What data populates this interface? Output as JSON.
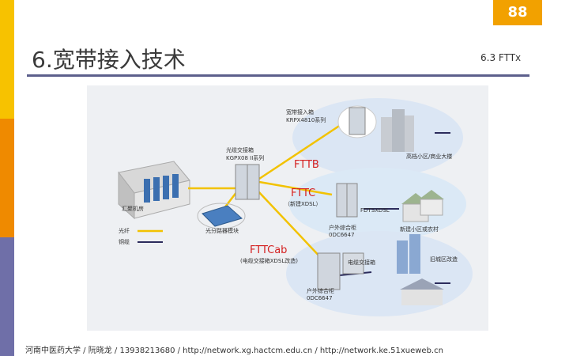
{
  "slide": {
    "page_number": "88",
    "title": "6.宽带接入技术",
    "subtitle": "6.3 FTTx",
    "footer": "河南中医药大学 / 阮晓龙 / 13938213680 / http://network.xg.hactcm.edu.cn / http://network.ke.51xueweb.cn"
  },
  "figure": {
    "broadband_access": "宽带接入箱",
    "broadband_series": "KRPX4810系列",
    "high_rise": "高档小区/商业大楼",
    "cross_cabinet": "光缆交接箱",
    "cross_series": "KGPX08 II系列",
    "fttb": "FTTB",
    "fttc": "FTTC",
    "fttc_sub": "（新建XDSL）",
    "device_fdts": "FDTSXDSL",
    "outdoor_1": "户外综合柜",
    "outdoor_1_model": "0DC6647",
    "new_village": "新建小区或农村",
    "central_office": "汇聚机房",
    "splitter": "光分路器模块",
    "legend_fiber": "光纤",
    "legend_copper": "铜缆",
    "fttcab": "FTTCab",
    "fttcab_sub": "(电缆交接箱XDSL改造)",
    "copper_box": "电缆交接箱",
    "old_area": "旧城区改造",
    "outdoor_2": "户外综合柜",
    "outdoor_2_model": "0DC6647"
  },
  "colors": {
    "fiber": "#f2c200",
    "copper": "#2c2c5c",
    "red_label": "#d42020"
  }
}
